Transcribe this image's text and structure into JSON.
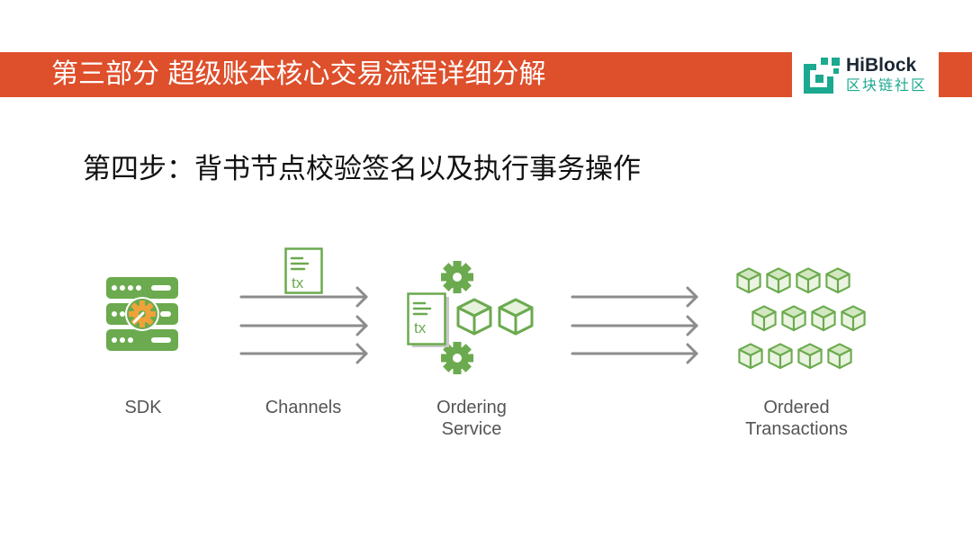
{
  "slide": {
    "section_title": "第三部分 超级账本核心交易流程详细分解",
    "step_title": "第四步：背书节点校验签名以及执行事务操作"
  },
  "logo": {
    "icon": "hiblock-logo-icon",
    "brand": "HiBlock",
    "tagline": "区块链社区"
  },
  "colors": {
    "header_bar": "#DE4F2B",
    "header_text": "#FFFFFF",
    "diagram_green": "#6BAA4E",
    "arrow_gray": "#8C8C8C",
    "logo_teal": "#1BA98F",
    "gear_orange": "#F0A23A",
    "label_gray": "#555555"
  },
  "diagram": {
    "document_label": "tx",
    "nodes": [
      {
        "label": [
          "SDK"
        ],
        "icon": "server-icon"
      },
      {
        "label": [
          "Channels"
        ],
        "icon": "transaction-document-icon"
      },
      {
        "label": [
          "Ordering",
          "Service"
        ],
        "icon": "gear-icon"
      },
      {
        "label": [
          "Ordered",
          "Transactions"
        ],
        "icon": "block-cube-icon"
      }
    ]
  }
}
